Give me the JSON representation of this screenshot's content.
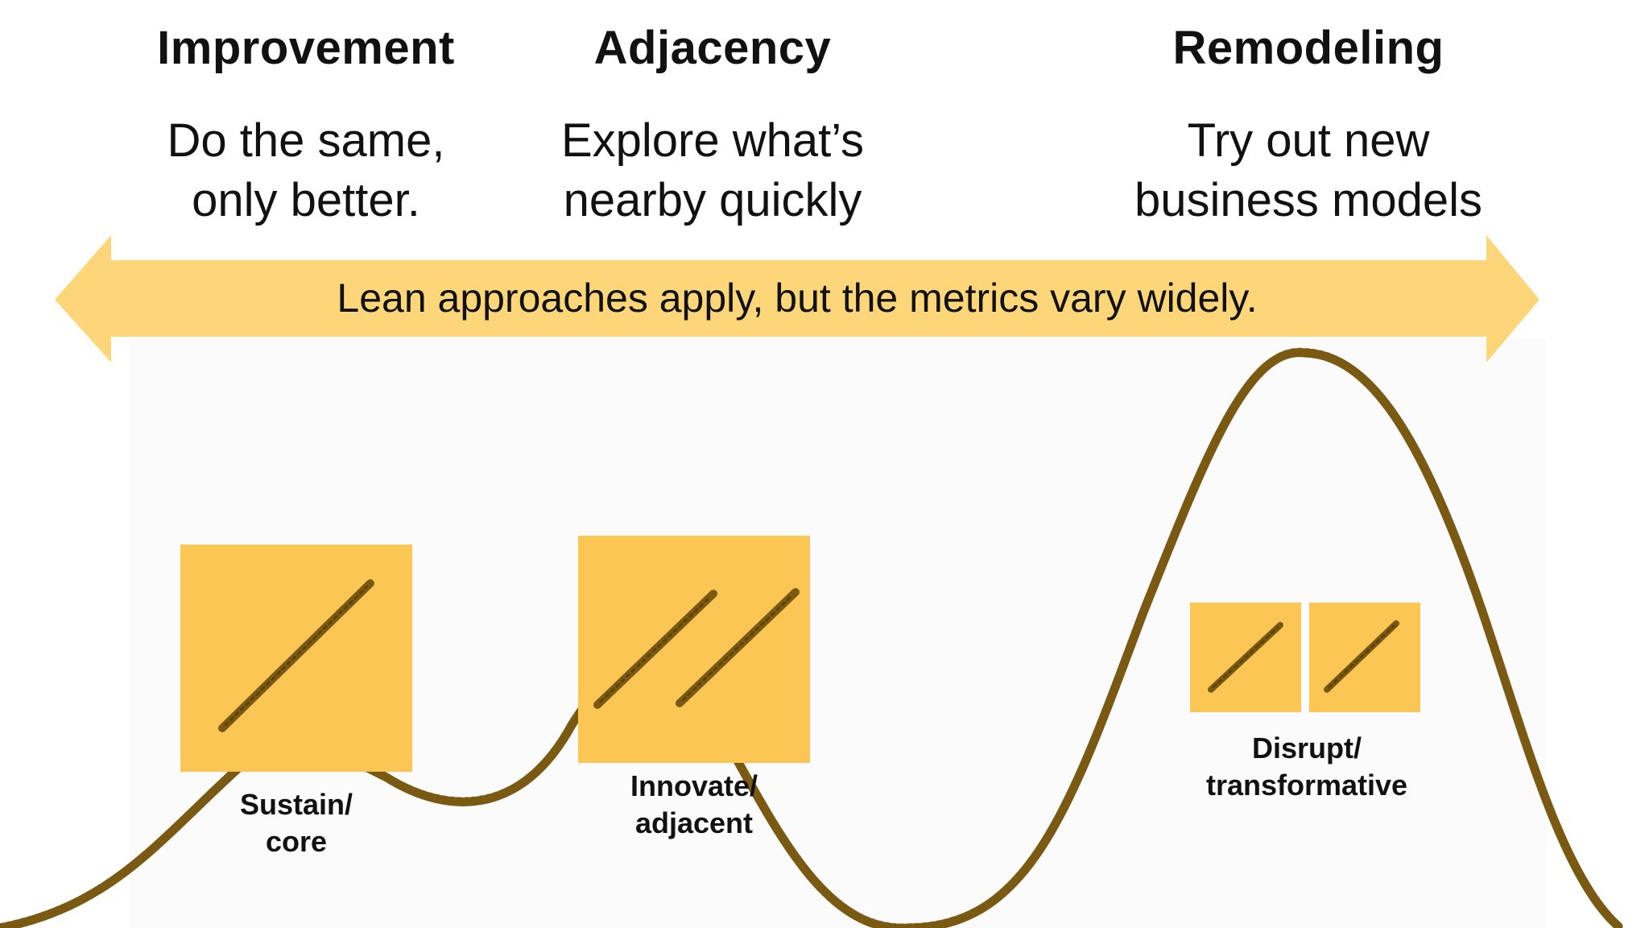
{
  "columns": [
    {
      "heading": "Improvement",
      "subtitle": "Do the same,\nonly better."
    },
    {
      "heading": "Adjacency",
      "subtitle": "Explore what’s\nnearby quickly"
    },
    {
      "heading": "Remodeling",
      "subtitle": "Try out new\nbusiness models"
    }
  ],
  "arrow": {
    "text": "Lean approaches apply, but the metrics vary widely.",
    "color": "#fcd679"
  },
  "curve": {
    "color": "#7a5a12"
  },
  "groups": [
    {
      "label": "Sustain/\ncore",
      "sticky_count": 1,
      "mark_count": 1
    },
    {
      "label": "Innovate/\nadjacent",
      "sticky_count": 1,
      "mark_count": 2
    },
    {
      "label": "Disrupt/\ntransformative",
      "sticky_count": 2,
      "mark_count": 2
    }
  ],
  "colors": {
    "sticky": "#fcc655",
    "mark": "#7a5a12",
    "text": "#111111"
  }
}
